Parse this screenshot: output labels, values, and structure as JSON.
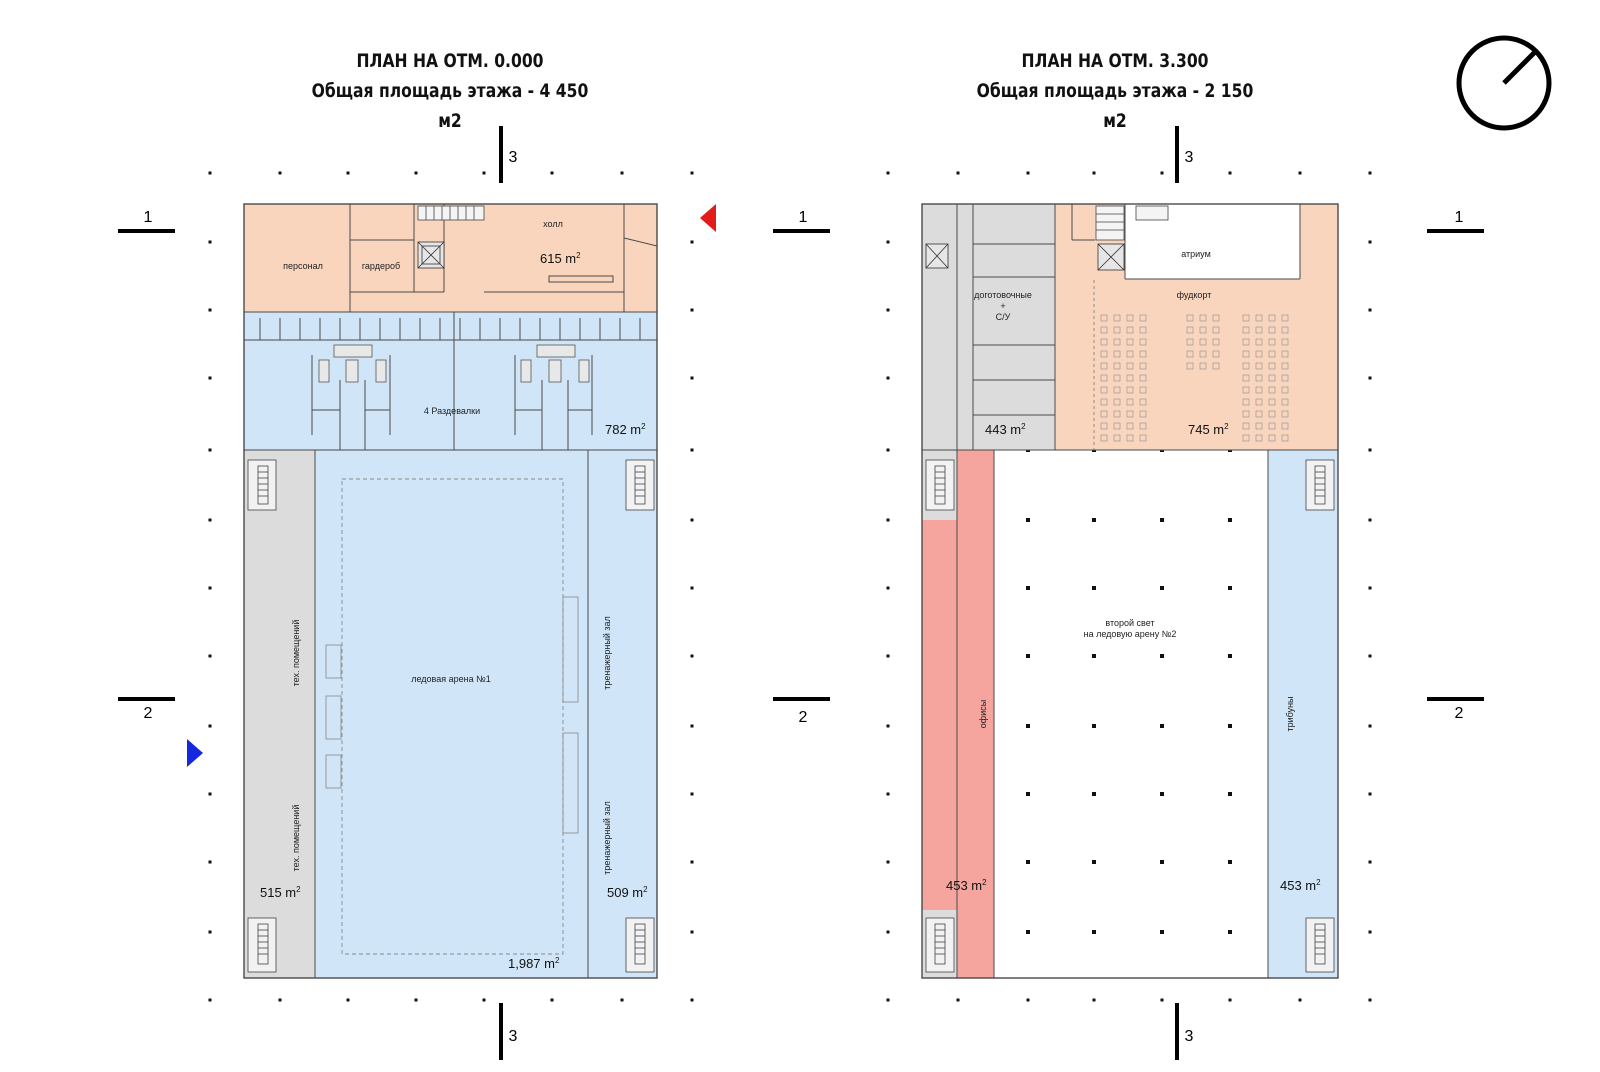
{
  "plans": [
    {
      "title": "ПЛАН НА ОТМ. 0.000",
      "subtitle": "Общая площадь этажа - 4 450 м2",
      "rooms": {
        "personal": "персонал",
        "wardrobe": "гардероб",
        "hall": "холл",
        "hall_area": "615 m",
        "lockers": "4 Раздевалки",
        "lockers_area": "782 m",
        "tech_top": "тех. помещений",
        "tech_bottom": "тех. помещений",
        "tech_area": "515 m",
        "arena": "ледовая арена №1",
        "arena_area": "1,987 m",
        "gym_top": "тренажерный зал",
        "gym_bottom": "тренажерный зал",
        "gym_area": "509 m"
      }
    },
    {
      "title": "ПЛАН НА ОТМ. 3.300",
      "subtitle": "Общая площадь этажа - 2 150 м2",
      "rooms": {
        "atrium": "атриум",
        "prep_1": "доготовочные",
        "prep_2": "+",
        "prep_3": "С/У",
        "prep_area": "443 m",
        "foodcourt": "фудкорт",
        "foodcourt_area": "745 m",
        "second_light_1": "второй свет",
        "second_light_2": "на ледовую арену №2",
        "offices": "офисы",
        "offices_area": "453 m",
        "stands": "трибуны",
        "stands_area": "453 m"
      }
    }
  ],
  "area_unit_sup": "2",
  "section_labels": {
    "s1": "1",
    "s2": "2",
    "s3": "3"
  },
  "colors": {
    "salmon": "#f9d5bd",
    "light_blue": "#d0e6f8",
    "gray": "#dcdcdc",
    "red_zone": "#f5a59d",
    "entry_red": "#e21a1a",
    "entry_blue": "#1428e0"
  },
  "icons": [
    "north-arrow-icon",
    "entrance-marker-icon",
    "stair-icon",
    "elevator-icon"
  ]
}
